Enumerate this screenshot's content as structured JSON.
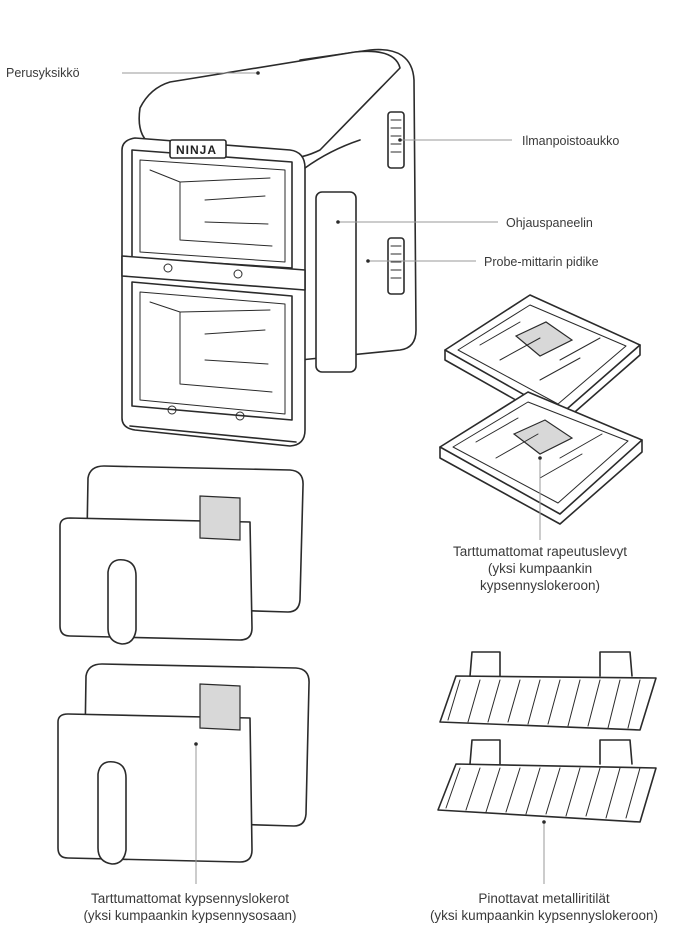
{
  "logo_text": "NINJA",
  "labels": {
    "main_unit": "Perusyksikkö",
    "air_vent": "Ilmanpoistoaukko",
    "control_panel": "Ohjauspaneelin",
    "probe_holder": "Probe-mittarin pidike"
  },
  "captions": {
    "crisper_plates": {
      "line1": "Tarttumattomat rapeutuslevyt",
      "line2": "(yksi kumpaankin",
      "line3": "kypsennyslokeroon)"
    },
    "drawers": {
      "line1": "Tarttumattomat kypsennyslokerot",
      "line2": "(yksi kumpaankin kypsennysosaan)"
    },
    "racks": {
      "line1": "Pinottavat metalliritilät",
      "line2": "(yksi kumpaankin kypsennyslokeroon)"
    }
  },
  "colors": {
    "ink": "#2b2b2b",
    "leader": "#9a9a9a",
    "text": "#3a3a3a"
  }
}
